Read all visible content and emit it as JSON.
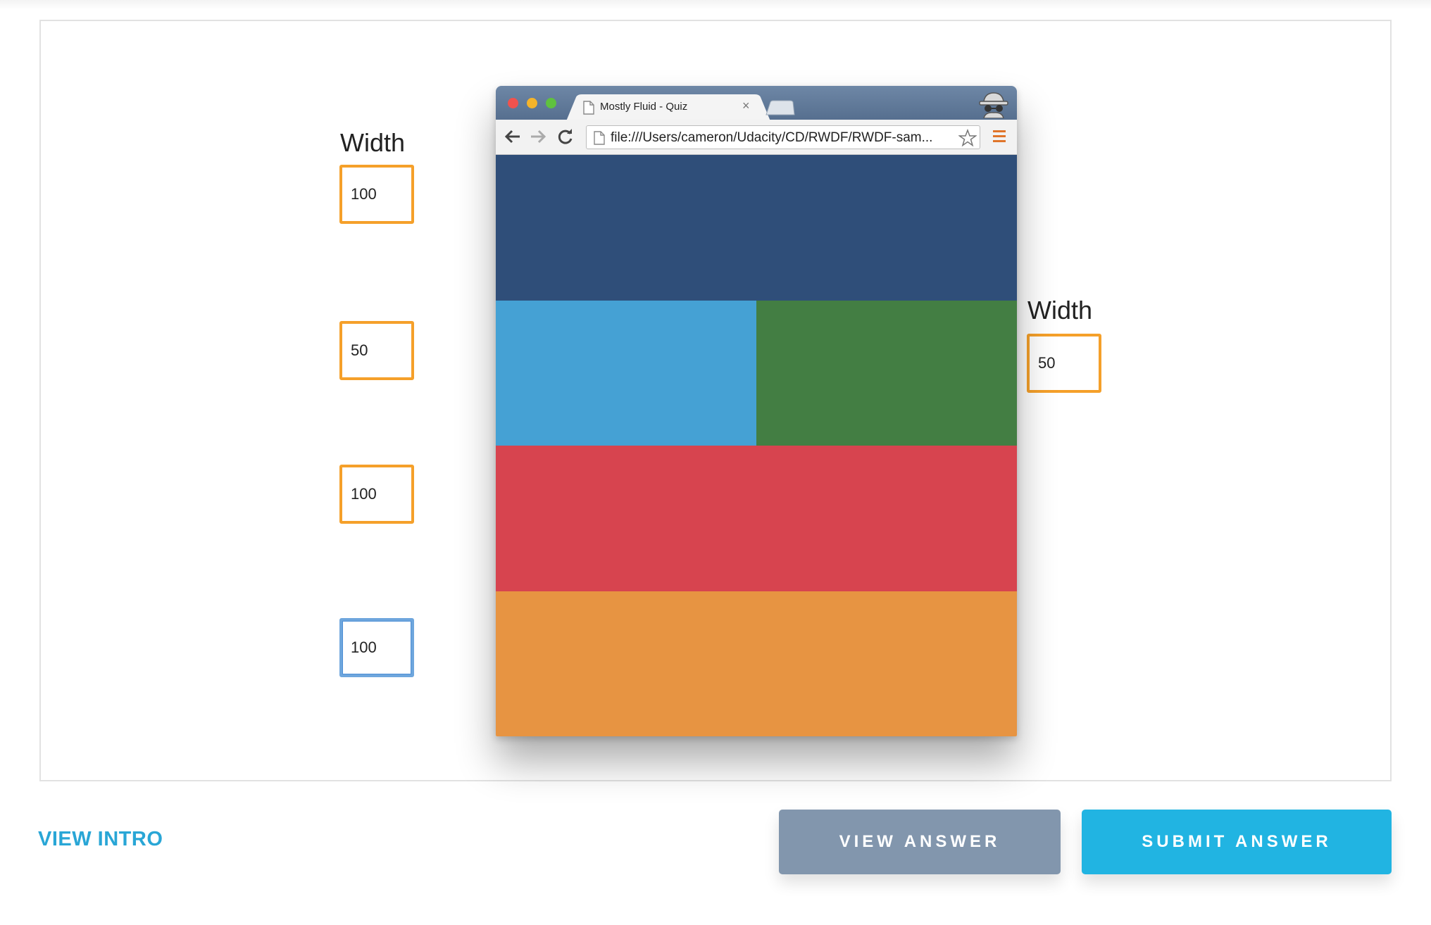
{
  "browser": {
    "tab_title": "Mostly Fluid - Quiz",
    "tab_close": "×",
    "url": "file:///Users/cameron/Udacity/CD/RWDF/RWDF-sam...",
    "back_icon": "arrow-left-icon",
    "forward_icon": "arrow-right-icon",
    "reload_icon": "reload-icon",
    "star_icon": "star-icon",
    "menu_icon": "hamburger-menu-icon",
    "incognito_icon": "incognito-icon",
    "colors": {
      "row1": "#2f4e79",
      "row2_left": "#45a1d4",
      "row2_right": "#437e43",
      "row3": "#d7444f",
      "row4": "#e79442"
    }
  },
  "inputs": {
    "left_label": "Width",
    "right_label": "Width",
    "left_values": [
      "100",
      "50",
      "100",
      "100"
    ],
    "right_value": "50"
  },
  "footer": {
    "view_intro": "VIEW INTRO",
    "view_answer": "VIEW ANSWER",
    "submit_answer": "SUBMIT ANSWER"
  }
}
